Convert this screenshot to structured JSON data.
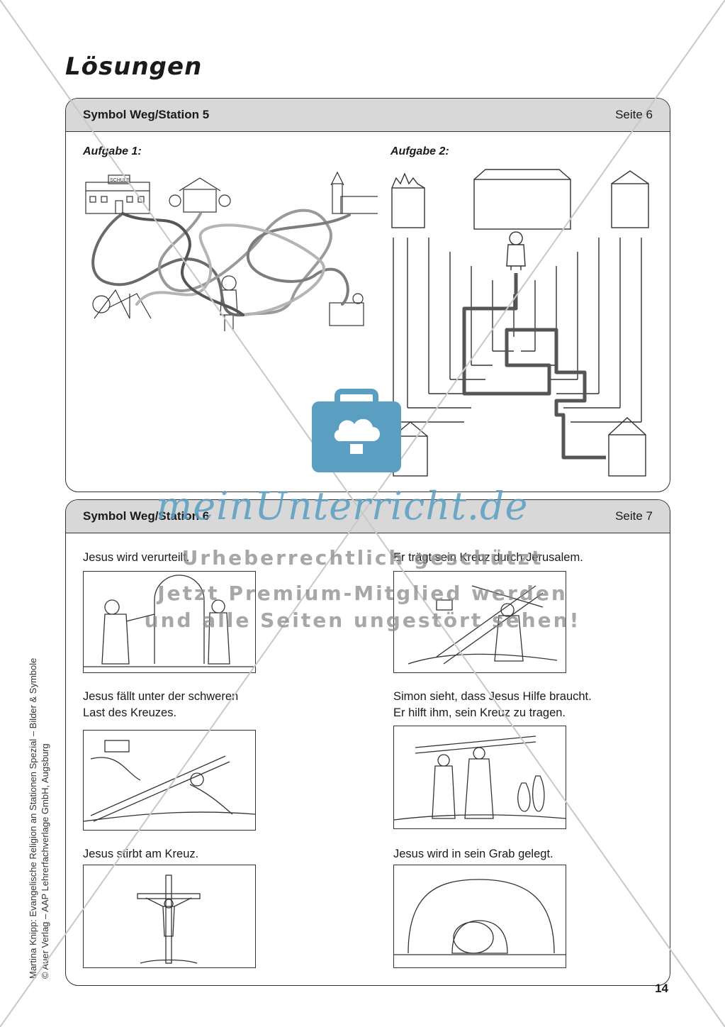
{
  "page": {
    "title": "Lösungen",
    "page_number": "14",
    "credit_line_1": "Martina Knipp: Evangelische Religion an Stationen Spezial – Bilder & Symbole",
    "credit_line_2": "© Auer Verlag – AAP Lehrerfachverlage GmbH, Augsburg"
  },
  "panel1": {
    "title": "Symbol Weg/Station 5",
    "page_ref": "Seite 6",
    "task1_label": "Aufgabe 1:",
    "task2_label": "Aufgabe 2:",
    "school_sign": "SCHULE"
  },
  "panel2": {
    "title": "Symbol Weg/Station 6",
    "page_ref": "Seite 7",
    "captions": [
      "Jesus wird verurteilt.",
      "Er trägt sein Kreuz durch Jerusalem.",
      "Jesus fällt unter der schweren\nLast des Kreuzes.",
      "Simon sieht, dass Jesus Hilfe braucht.\nEr hilft ihm, sein Kreuz zu tragen.",
      "Jesus stirbt am Kreuz.",
      "Jesus wird in sein Grab gelegt."
    ]
  },
  "watermark": {
    "brand": "meinUnterricht.de",
    "line1": "Urheberrechtlich geschützt",
    "line2": "Jetzt Premium-Mitglied werden",
    "line3": "und alle Seiten ungestört sehen!",
    "accent_color": "#5a9ec2"
  }
}
